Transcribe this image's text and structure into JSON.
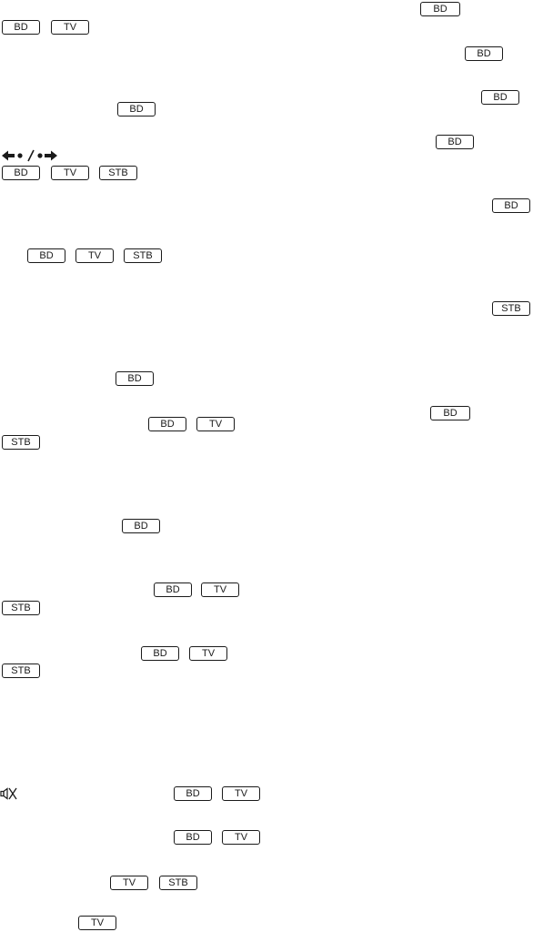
{
  "labels": {
    "bd": "BD",
    "tv": "TV",
    "stb": "STB"
  },
  "symbols": {
    "arrows_icon": "arrows-dot-slash-dot-icon",
    "mute_icon": "mute-speaker-icon"
  }
}
